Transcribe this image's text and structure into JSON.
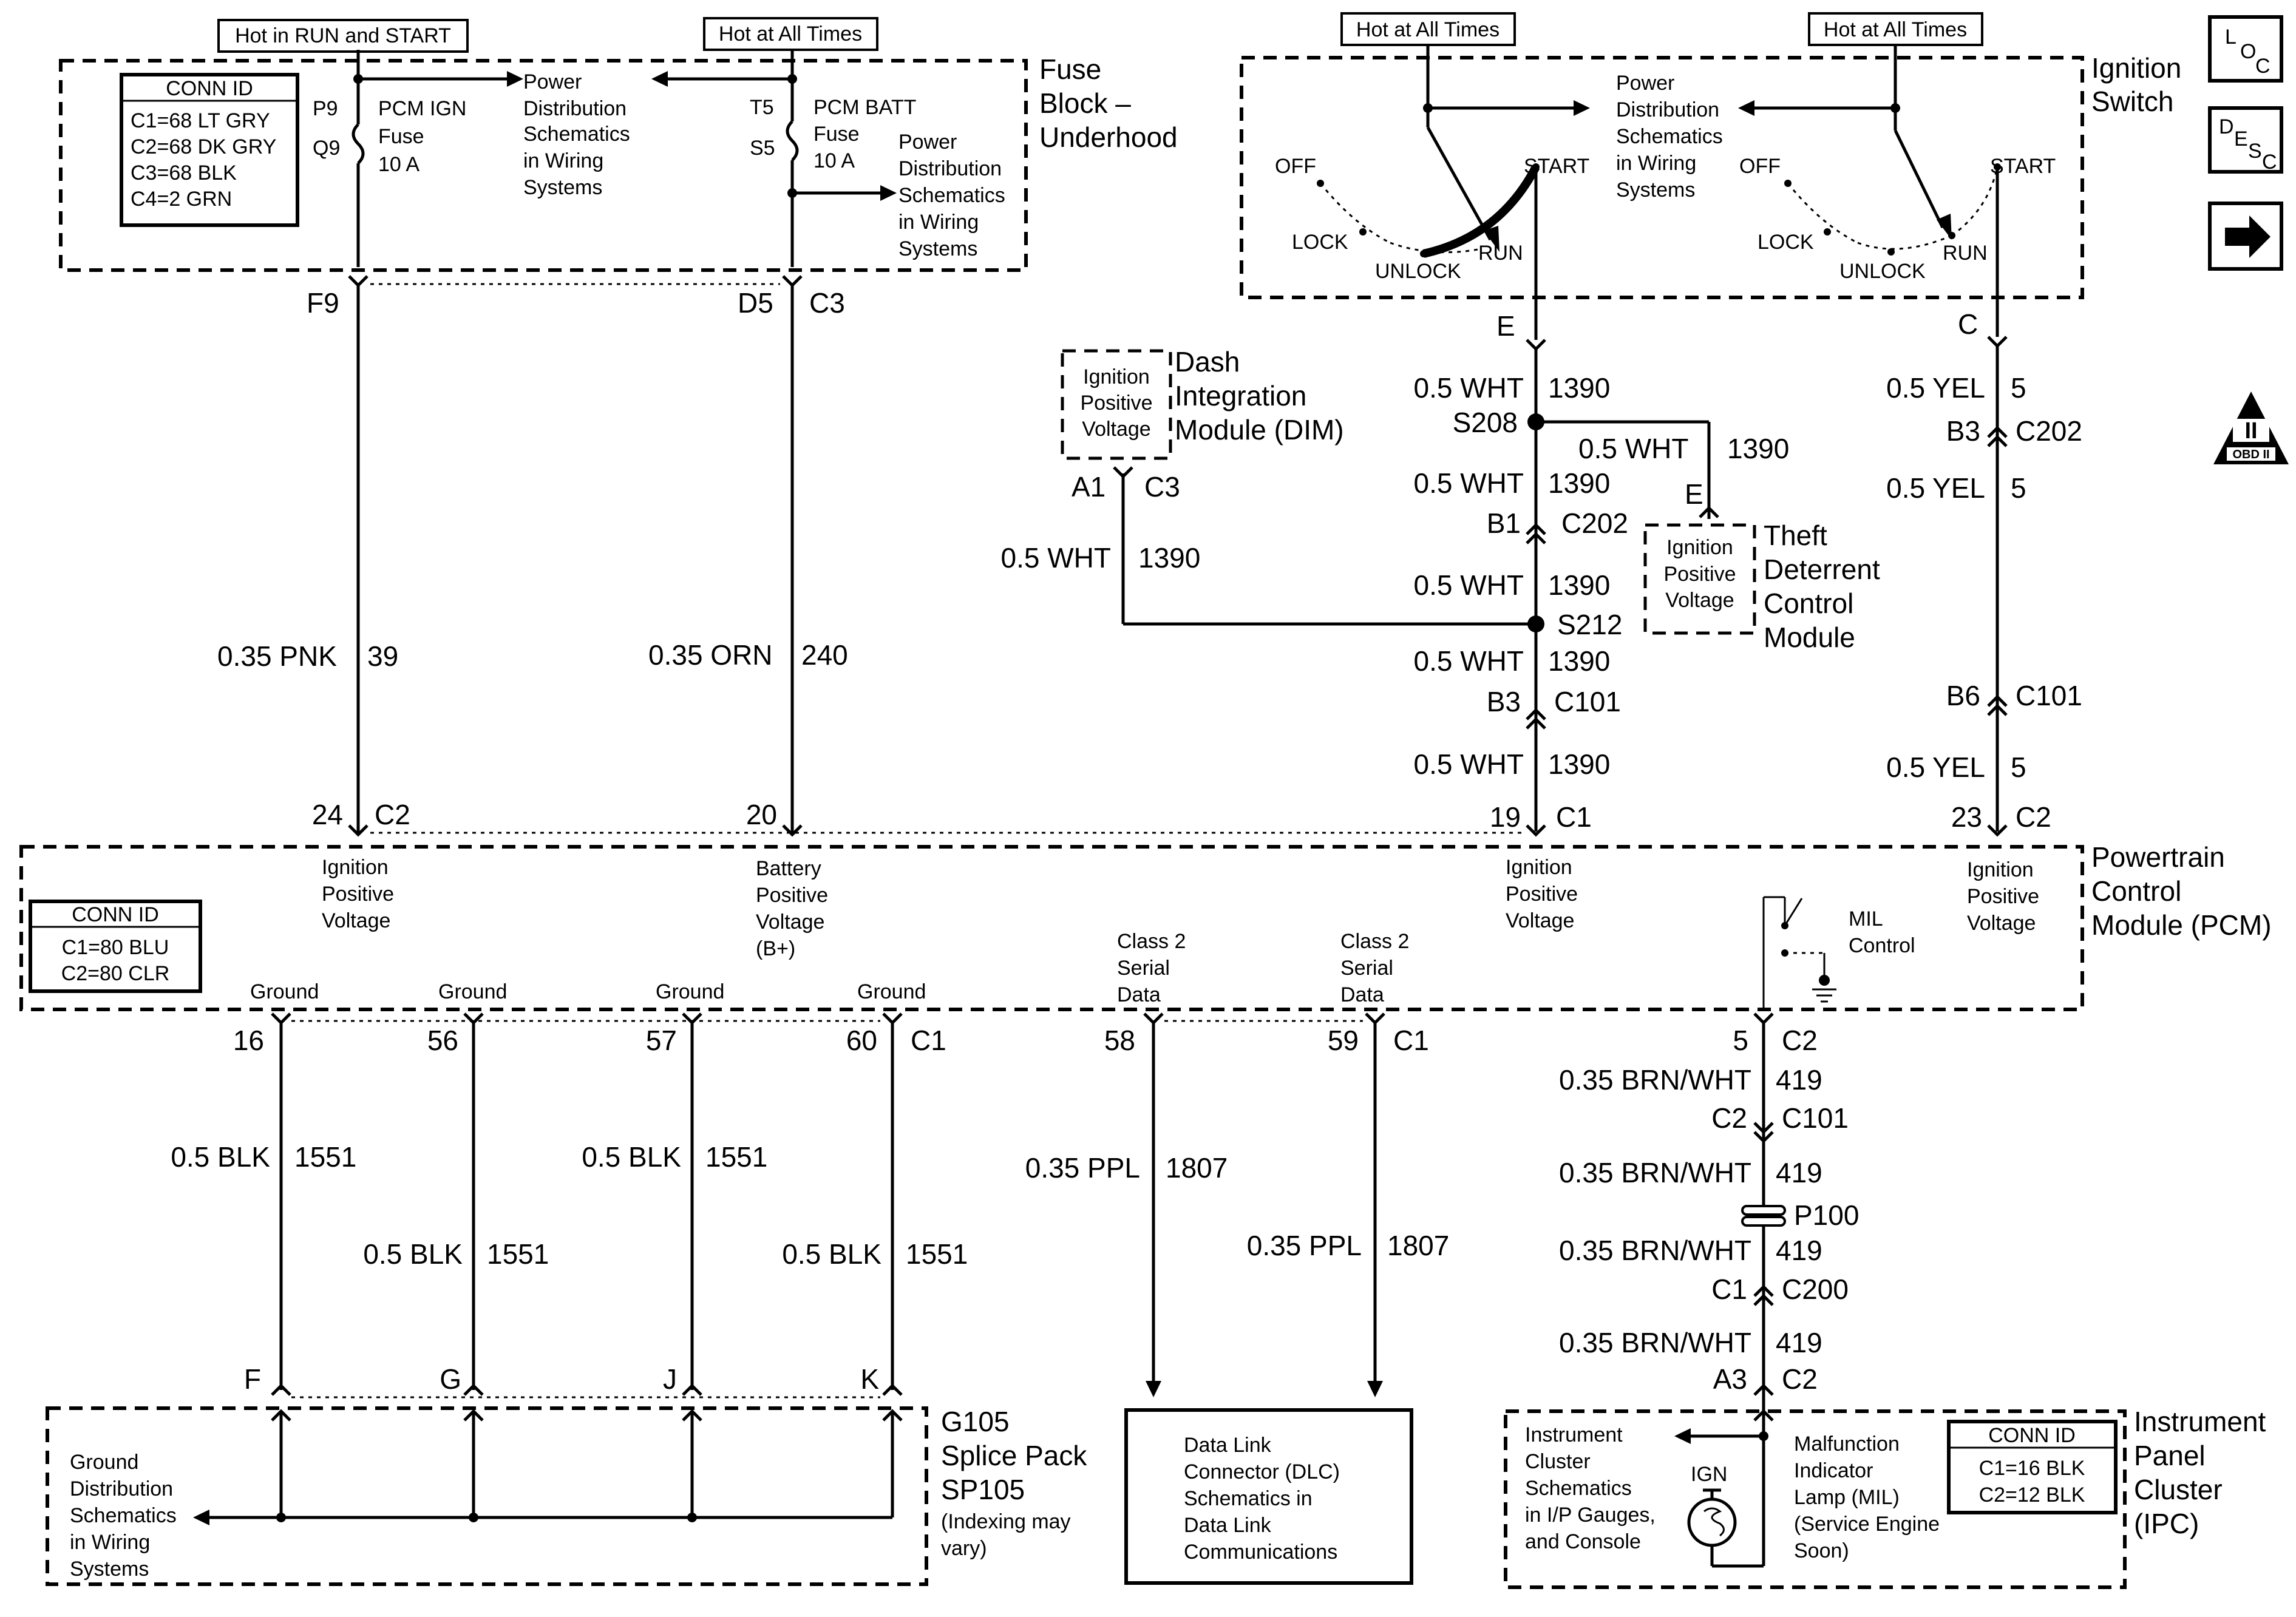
{
  "hot_labels": {
    "run_start": "Hot in RUN and START",
    "all_times_1": "Hot at All Times",
    "all_times_2": "Hot at All Times",
    "all_times_3": "Hot at All Times"
  },
  "fuse_block": {
    "title_1": "Fuse",
    "title_2": "Block –",
    "title_3": "Underhood",
    "conn_id_title": "CONN ID",
    "conn_id_lines": [
      "C1=68 LT GRY",
      "C2=68 DK GRY",
      "C3=68 BLK",
      "C4=2 GRN"
    ],
    "p9": "P9",
    "q9": "Q9",
    "pcm_ign_fuse": [
      "PCM IGN",
      "Fuse",
      "10 A"
    ],
    "t5": "T5",
    "s5": "S5",
    "pcm_batt_fuse": [
      "PCM BATT",
      "Fuse",
      "10 A"
    ],
    "power_dist_1": [
      "Power",
      "Distribution",
      "Schematics",
      "in Wiring",
      "Systems"
    ],
    "power_dist_2": [
      "Power",
      "Distribution",
      "Schematics",
      "in Wiring",
      "Systems"
    ],
    "f9": "F9",
    "d5": "D5",
    "c3": "C3"
  },
  "ignition_switch": {
    "title_1": "Ignition",
    "title_2": "Switch",
    "power_dist": [
      "Power",
      "Distribution",
      "Schematics",
      "in Wiring",
      "Systems"
    ],
    "positions": {
      "off": "OFF",
      "lock": "LOCK",
      "unlock": "UNLOCK",
      "run": "RUN",
      "start": "START"
    },
    "pin_e": "E",
    "pin_c": "C"
  },
  "dim": {
    "box": [
      "Ignition",
      "Positive",
      "Voltage"
    ],
    "title": [
      "Dash",
      "Integration",
      "Module (DIM)"
    ],
    "a1": "A1",
    "c3": "C3",
    "wire_gauge": "0.5 WHT",
    "wire_circuit": "1390"
  },
  "tdcm": {
    "box": [
      "Ignition",
      "Positive",
      "Voltage"
    ],
    "title": [
      "Theft",
      "Deterrent",
      "Control",
      "Module"
    ],
    "pin": "E",
    "wire_gauge": "0.5 WHT",
    "wire_circuit": "1390"
  },
  "circuit_1390": {
    "segments": [
      {
        "gauge": "0.5 WHT",
        "circuit": "1390"
      },
      {
        "gauge": "0.5 WHT",
        "circuit": "1390"
      },
      {
        "gauge": "0.5 WHT",
        "circuit": "1390"
      },
      {
        "gauge": "0.5 WHT",
        "circuit": "1390"
      },
      {
        "gauge": "0.5 WHT",
        "circuit": "1390"
      }
    ],
    "s208": "S208",
    "s212": "S212",
    "b1": "B1",
    "c202": "C202",
    "b3": "B3",
    "c101": "C101"
  },
  "circuit_5": {
    "segments": [
      {
        "gauge": "0.5 YEL",
        "circuit": "5"
      },
      {
        "gauge": "0.5 YEL",
        "circuit": "5"
      },
      {
        "gauge": "0.5 YEL",
        "circuit": "5"
      }
    ],
    "b3": "B3",
    "c202": "C202",
    "b6": "B6",
    "c101": "C101"
  },
  "wire_39": {
    "gauge": "0.35 PNK",
    "circuit": "39"
  },
  "wire_240": {
    "gauge": "0.35 ORN",
    "circuit": "240"
  },
  "pcm": {
    "title": [
      "Powertrain",
      "Control",
      "Module (PCM)"
    ],
    "conn_id_title": "CONN ID",
    "conn_id_lines": [
      "C1=80 BLU",
      "C2=80 CLR"
    ],
    "pin_24": "24",
    "c2_a": "C2",
    "pin_20": "20",
    "pin_19": "19",
    "c1_a": "C1",
    "pin_23": "23",
    "c2_b": "C2",
    "ign_pos_1": [
      "Ignition",
      "Positive",
      "Voltage"
    ],
    "batt_pos": [
      "Battery",
      "Positive",
      "Voltage",
      "(B+)"
    ],
    "ign_pos_2": [
      "Ignition",
      "Positive",
      "Voltage"
    ],
    "ign_pos_3": [
      "Ignition",
      "Positive",
      "Voltage"
    ],
    "mil_control": [
      "MIL",
      "Control"
    ],
    "class2_1": [
      "Class 2",
      "Serial",
      "Data"
    ],
    "class2_2": [
      "Class 2",
      "Serial",
      "Data"
    ],
    "ground": [
      "Ground",
      "Ground",
      "Ground",
      "Ground"
    ],
    "pins_bottom": [
      "16",
      "56",
      "57",
      "60"
    ],
    "c1_b": "C1",
    "pin_58": "58",
    "pin_59": "59",
    "c1_c": "C1",
    "pin_5": "5",
    "c2_c": "C2"
  },
  "ground_wires": [
    {
      "gauge": "0.5 BLK",
      "circuit": "1551"
    },
    {
      "gauge": "0.5 BLK",
      "circuit": "1551"
    },
    {
      "gauge": "0.5 BLK",
      "circuit": "1551"
    },
    {
      "gauge": "0.5 BLK",
      "circuit": "1551"
    }
  ],
  "data_wires": [
    {
      "gauge": "0.35 PPL",
      "circuit": "1807"
    },
    {
      "gauge": "0.35 PPL",
      "circuit": "1807"
    }
  ],
  "circuit_419": {
    "segments": [
      {
        "gauge": "0.35 BRN/WHT",
        "circuit": "419"
      },
      {
        "gauge": "0.35 BRN/WHT",
        "circuit": "419"
      },
      {
        "gauge": "0.35 BRN/WHT",
        "circuit": "419"
      },
      {
        "gauge": "0.35 BRN/WHT",
        "circuit": "419"
      }
    ],
    "c2": "C2",
    "c101": "C101",
    "p100": "P100",
    "c1": "C1",
    "c200": "C200",
    "a3": "A3",
    "c2b": "C2"
  },
  "splice_pack": {
    "title": [
      "G105",
      "Splice Pack",
      "SP105"
    ],
    "note": [
      "(Indexing may",
      "vary)"
    ],
    "pins": [
      "F",
      "G",
      "J",
      "K"
    ],
    "ground_dist": [
      "Ground",
      "Distribution",
      "Schematics",
      "in Wiring",
      "Systems"
    ]
  },
  "dlc": {
    "text": [
      "Data Link",
      "Connector (DLC)",
      "Schematics in",
      "Data Link",
      "Communications"
    ]
  },
  "ipc": {
    "title": [
      "Instrument",
      "Panel",
      "Cluster",
      "(IPC)"
    ],
    "cluster_schem": [
      "Instrument",
      "Cluster",
      "Schematics",
      "in I/P Gauges,",
      "and Console"
    ],
    "ign": "IGN",
    "mil_lamp": [
      "Malfunction",
      "Indicator",
      "Lamp (MIL)",
      "(Service Engine",
      "Soon)"
    ],
    "conn_id_title": "CONN ID",
    "conn_id_lines": [
      "C1=16 BLK",
      "C2=12 BLK"
    ]
  },
  "side_icons": {
    "loc": [
      "L",
      "O",
      "C"
    ],
    "desc": [
      "D",
      "E",
      "S",
      "C"
    ],
    "next_arrow": "next-arrow-icon",
    "obd": [
      "II",
      "OBD II"
    ]
  }
}
